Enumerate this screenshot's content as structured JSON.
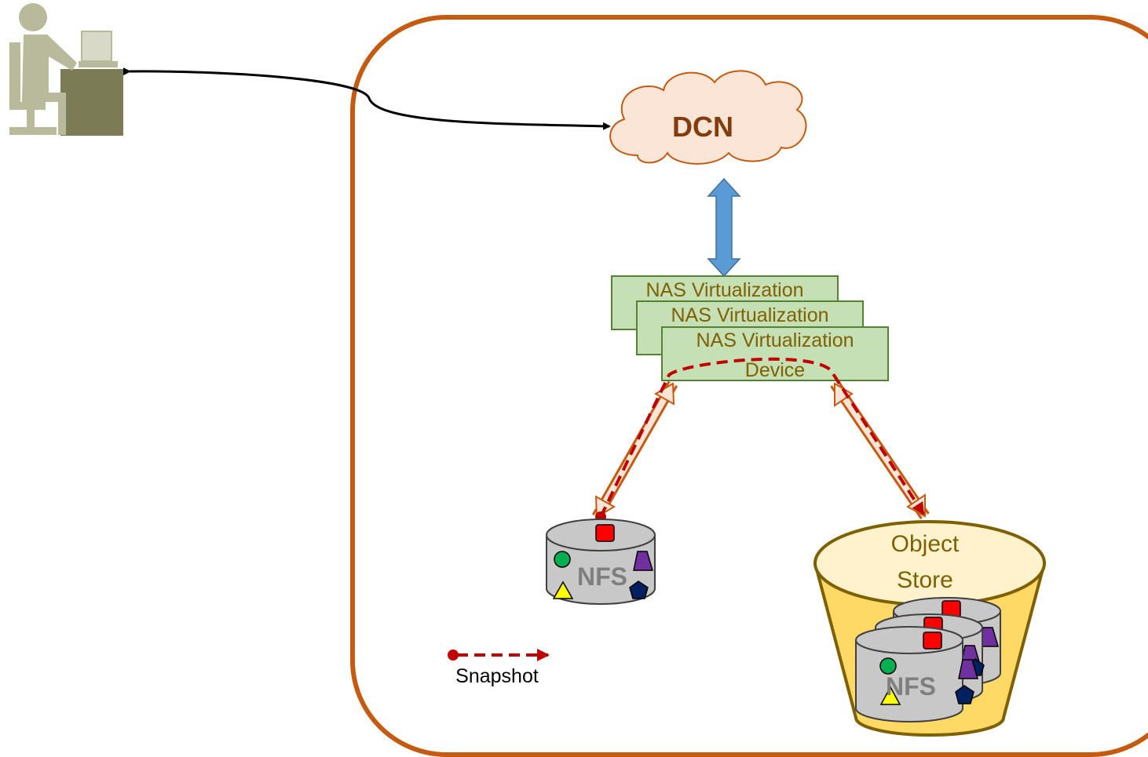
{
  "cloud": {
    "label": "DCN"
  },
  "nas": {
    "box1_label": "NAS Virtualization",
    "box2_label": "NAS Virtualization",
    "box3_line1": "NAS Virtualization",
    "box3_line2": "Device"
  },
  "nfs_primary": {
    "label": "NFS"
  },
  "object_store": {
    "line1": "Object",
    "line2": "Store",
    "nfs_label": "NFS"
  },
  "legend": {
    "snapshot_label": "Snapshot"
  },
  "colors": {
    "boundary": "#c55a11",
    "cloud_fill": "#fbe5d6",
    "cloud_text": "#843c0c",
    "nas_fill": "#c5e0b4",
    "nas_stroke": "#548235",
    "nas_text": "#806000",
    "snapshot": "#c00000",
    "double_arrow": "#5b9bd5",
    "cylinder": "#c8c8c8",
    "object_store_fill": "#ffd966",
    "object_store_top": "#fff2cc",
    "object_store_text": "#7f6000",
    "user_light": "#b9b99b",
    "user_dark": "#7b7b55"
  },
  "icons": {
    "user": "user-at-desk-icon",
    "cloud": "cloud-icon",
    "storage": "cylinder-icon"
  }
}
